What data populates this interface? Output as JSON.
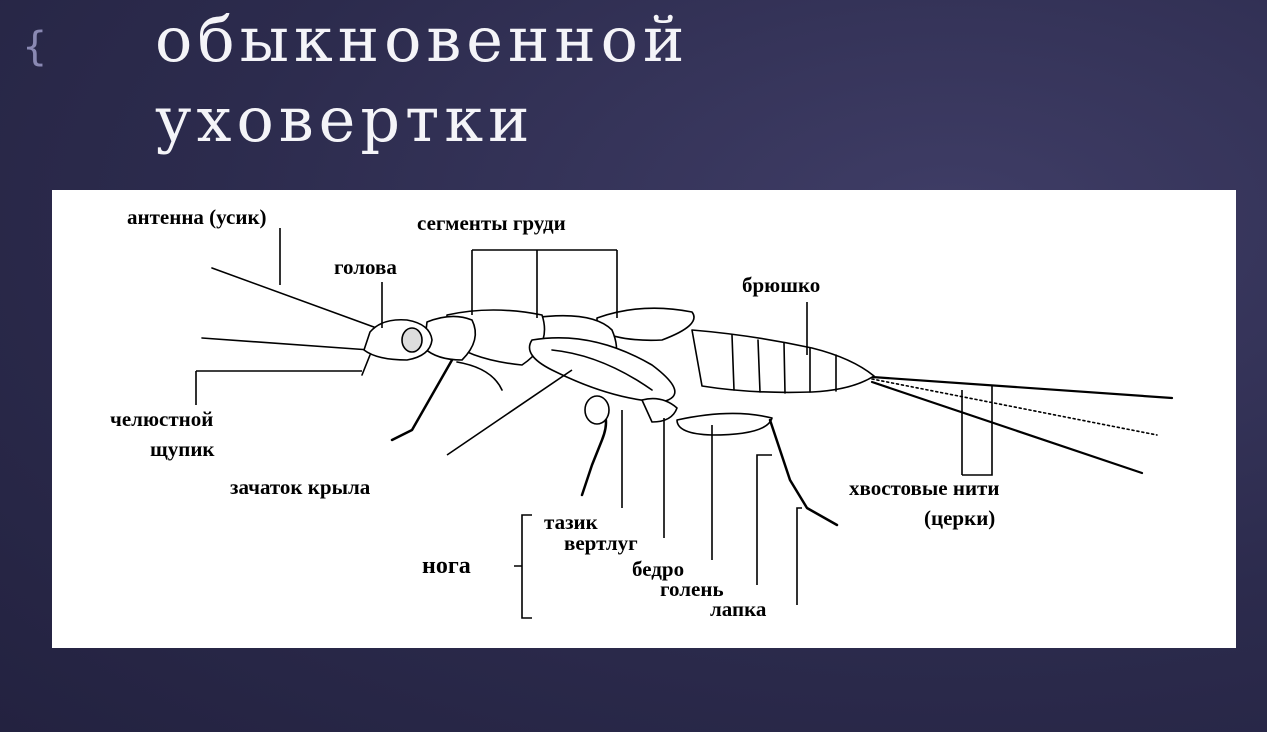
{
  "title": {
    "line1": "обыкновенной",
    "line2": "уховертки"
  },
  "decor": {
    "bracket_icon": "{"
  },
  "labels": {
    "antenna": "антенна (усик)",
    "head": "голова",
    "thorax_segments": "сегменты груди",
    "abdomen": "брюшко",
    "maxillary_palp_1": "челюстной",
    "maxillary_palp_2": "щупик",
    "wing_bud": "зачаток крыла",
    "coxa": "тазик",
    "trochanter": "вертлуг",
    "leg": "нога",
    "femur": "бедро",
    "tibia": "голень",
    "tarsus": "лапка",
    "cerci_1": "хвостовые нити",
    "cerci_2": "(церки)"
  }
}
